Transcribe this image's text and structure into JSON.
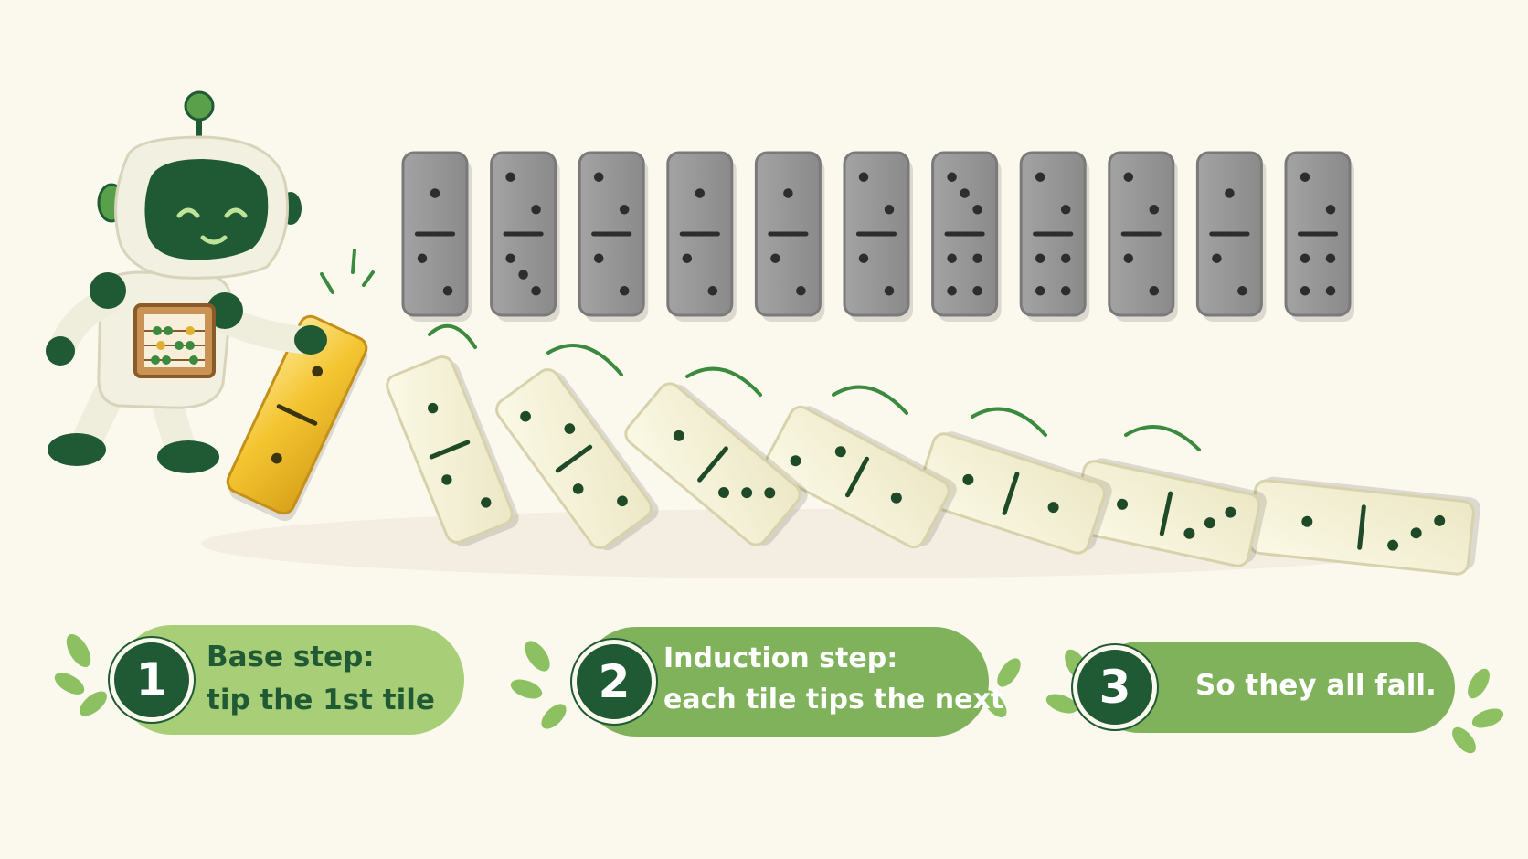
{
  "steps": [
    {
      "number": "1",
      "lines": [
        "Base step:",
        "tip the 1st tile"
      ]
    },
    {
      "number": "2",
      "lines": [
        "Induction step:",
        "each tile tips the next"
      ]
    },
    {
      "number": "3",
      "lines": [
        "So they all fall."
      ]
    }
  ],
  "illustration": {
    "robot": {
      "icon": "robot-mascot-icon",
      "holding": "abacus-icon"
    },
    "standing_dominoes": 11,
    "falling_dominoes": 8,
    "first_domino_color": "gold"
  },
  "colors": {
    "background": "#fbf8ee",
    "dark_green": "#1f5a34",
    "light_green": "#a8cf78",
    "mid_green": "#7fb25a",
    "gold": "#f1c232",
    "standing_tile": "#8f8f8f",
    "falling_tile": "#f3f0d6"
  }
}
